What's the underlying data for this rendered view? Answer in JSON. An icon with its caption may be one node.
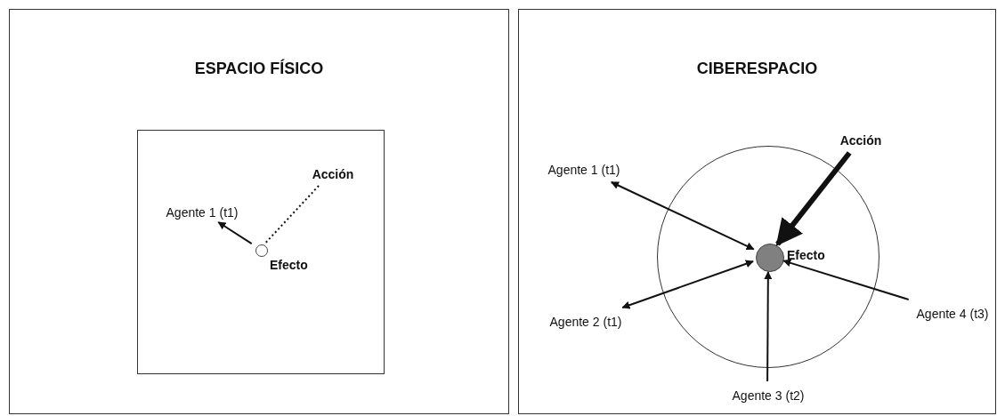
{
  "diagram": {
    "nodes": [
      {
        "text": [
          "ESPACIO FÍSICO"
        ]
      },
      {
        "text": [],
        "shape": "box",
        "in": 0
      },
      {
        "text": [
          "Agente 1 (t1)"
        ],
        "in": 1
      },
      {
        "text": [
          "Acción"
        ],
        "in": 1
      },
      {
        "text": [],
        "shape": "circle",
        "in": 1,
        "beside": [
          "Efecto"
        ]
      },
      {
        "text": [
          "CIBERESPACIO"
        ]
      },
      {
        "text": [],
        "shape": "circle",
        "in": 5
      },
      {
        "text": [
          "Acción"
        ],
        "in": 5
      },
      {
        "text": [
          "Agente 1 (t1)"
        ],
        "in": 5
      },
      {
        "text": [],
        "shape": "circle",
        "in": 6,
        "beside": [
          "Efecto"
        ]
      },
      {
        "text": [
          "Agente 2 (t1)"
        ],
        "in": 5
      },
      {
        "text": [
          "Agente 4 (t3)"
        ],
        "in": 5
      },
      {
        "text": [
          "Agente 3 (t2)"
        ],
        "in": 5
      }
    ],
    "edges": [
      {
        "from": 4,
        "to": 2,
        "arrow": "to"
      },
      {
        "from": 3,
        "to": 4,
        "arrow": "none",
        "style": "dashed"
      },
      {
        "from": 7,
        "to": 9,
        "arrow": "to",
        "style": "thick"
      },
      {
        "from": 8,
        "to": 9,
        "arrow": "both"
      },
      {
        "from": 10,
        "to": 9,
        "arrow": "both"
      },
      {
        "from": 11,
        "to": 9,
        "arrow": "to"
      },
      {
        "from": 12,
        "to": 9,
        "arrow": "to"
      }
    ]
  }
}
